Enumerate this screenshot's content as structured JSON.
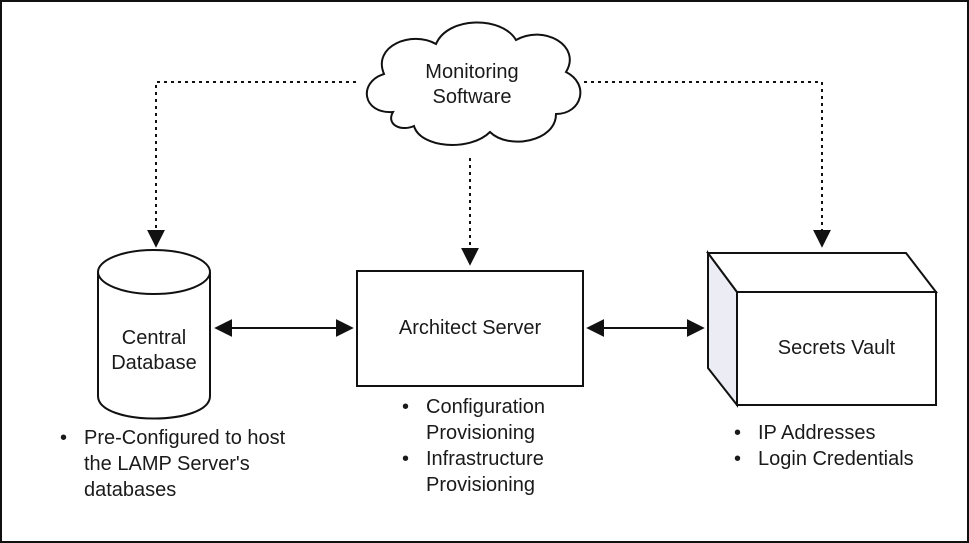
{
  "cloud": {
    "lines": [
      "Monitoring",
      "Software"
    ]
  },
  "database": {
    "lines": [
      "Central",
      "Database"
    ]
  },
  "server": {
    "label": "Architect Server"
  },
  "vault": {
    "label": "Secrets Vault"
  },
  "database_notes": {
    "items": [
      "Pre-Configured to host the LAMP Server's databases"
    ]
  },
  "server_notes": {
    "items": [
      "Configuration Provisioning",
      "Infrastructure Provisioning"
    ]
  },
  "vault_notes": {
    "items": [
      "IP Addresses",
      "Login Credentials"
    ]
  },
  "colors": {
    "stroke": "#111111",
    "vault_front": "#ffffff",
    "vault_side": "#ececf4"
  }
}
